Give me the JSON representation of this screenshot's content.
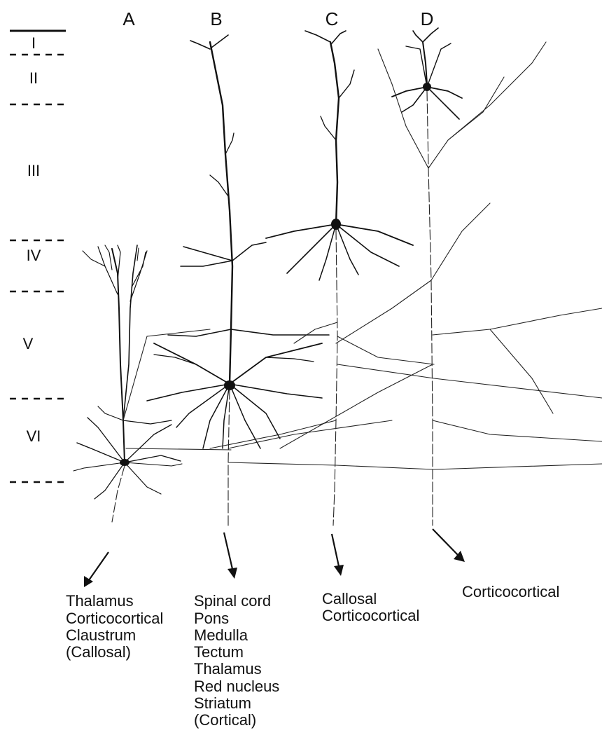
{
  "layers": [
    "I",
    "II",
    "III",
    "IV",
    "V",
    "VI"
  ],
  "neurons": [
    {
      "id": "A",
      "label": "A",
      "targets": [
        "Thalamus",
        "Corticocortical",
        "Claustrum",
        "(Callosal)"
      ]
    },
    {
      "id": "B",
      "label": "B",
      "targets": [
        "Spinal cord",
        "Pons",
        "Medulla",
        "Tectum",
        "Thalamus",
        "Red nucleus",
        "Striatum",
        "(Cortical)"
      ]
    },
    {
      "id": "C",
      "label": "C",
      "targets": [
        "Callosal",
        "Corticocortical"
      ]
    },
    {
      "id": "D",
      "label": "D",
      "targets": [
        "Corticocortical"
      ]
    }
  ]
}
